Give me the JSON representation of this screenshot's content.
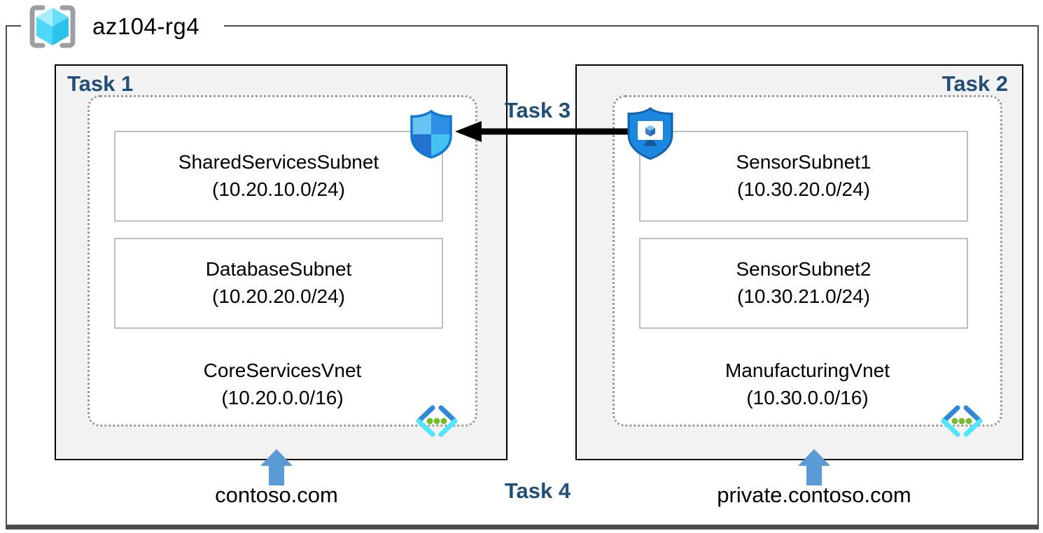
{
  "resource_group": {
    "name": "az104-rg4"
  },
  "labels": {
    "task3": "Task 3",
    "task4": "Task 4"
  },
  "vnets": [
    {
      "task_label": "Task 1",
      "name": "CoreServicesVnet",
      "cidr": "(10.20.0.0/16)",
      "dns": "contoso.com",
      "subnets": [
        {
          "name": "SharedServicesSubnet",
          "cidr": "(10.20.10.0/24)"
        },
        {
          "name": "DatabaseSubnet",
          "cidr": "(10.20.20.0/24)"
        }
      ]
    },
    {
      "task_label": "Task 2",
      "name": "ManufacturingVnet",
      "cidr": "(10.30.0.0/16)",
      "dns": "private.contoso.com",
      "subnets": [
        {
          "name": "SensorSubnet1",
          "cidr": "(10.30.20.0/24)"
        },
        {
          "name": "SensorSubnet2",
          "cidr": "(10.30.21.0/24)"
        }
      ]
    }
  ],
  "icons": {
    "resource_group": "resource-group-icon",
    "nsg": "network-security-group-shield-icon",
    "bastion": "bastion-shield-monitor-icon",
    "vnet": "virtual-network-icon",
    "dns_arrow": "up-arrow-icon",
    "peering_arrow": "left-arrow"
  },
  "colors": {
    "task_label": "#1f4e79",
    "box_fill": "#f2f2f2",
    "box_border": "#000000",
    "dotted_border": "#9b9b9b",
    "subnet_border": "#bfbfbf",
    "frame_border": "#4d4d4d",
    "arrow_blue": "#5b9bd5",
    "arrow_black": "#000000",
    "nsg_outline": "#0e7ad8",
    "bastion_fill": "#1c87df",
    "vnet_bracket_blue": "#2e87d8",
    "vnet_bracket_cyan": "#50e6ff",
    "vnet_dot_green": "#76bc2d",
    "cube_cyan": "#4ed8f7",
    "bracket_gray": "#9ca0a4"
  }
}
